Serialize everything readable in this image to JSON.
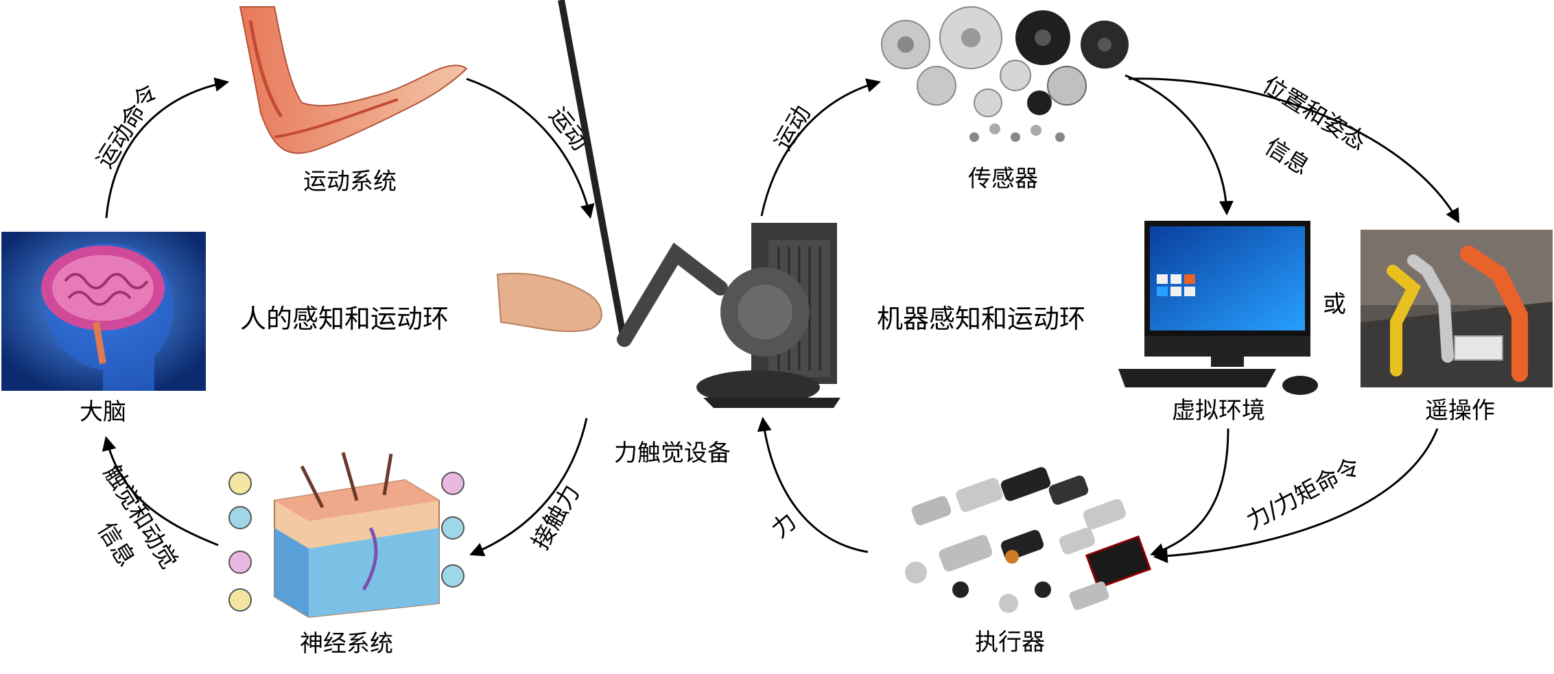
{
  "human_loop": {
    "title": "人的感知和运动环",
    "brain": "大脑",
    "motor_system": "运动系统",
    "nervous_system": "神经系统",
    "edge_motor_command": "运动命令",
    "edge_motion": "运动",
    "edge_contact_force": "接触力",
    "edge_haptic_info_1": "触觉和动觉",
    "edge_haptic_info_2": "信息"
  },
  "device": {
    "label": "力触觉设备"
  },
  "machine_loop": {
    "title": "机器感知和运动环",
    "sensor": "传感器",
    "virtual_env": "虚拟环境",
    "or": "或",
    "teleoperation": "遥操作",
    "actuator": "执行器",
    "edge_motion": "运动",
    "edge_pose_info_1": "位置和姿态",
    "edge_pose_info_2": "信息",
    "edge_force_torque_cmd": "力/力矩命令",
    "edge_force": "力"
  },
  "colors": {
    "brain_bg": "#1b4fa8",
    "brain_highlight": "#e0559a",
    "arm_skin": "#e89a78",
    "robot_orange": "#e8622a",
    "robot_yellow": "#e8c020",
    "screen_blue": "#1a6fd6"
  }
}
